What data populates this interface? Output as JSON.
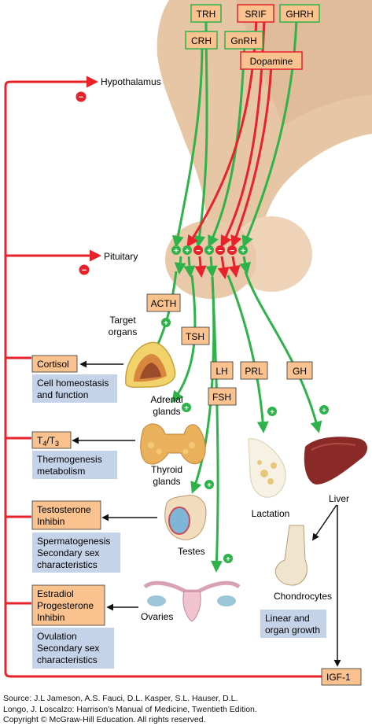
{
  "hypothalamic_hormones": {
    "trh": "TRH",
    "srif": "SRIF",
    "ghrh": "GHRH",
    "crh": "CRH",
    "gnrh": "GnRH",
    "dopamine": "Dopamine"
  },
  "feedback_targets": {
    "hypothalamus": "Hypothalamus",
    "pituitary": "Pituitary"
  },
  "pituitary_hormones": {
    "acth": "ACTH",
    "tsh": "TSH",
    "lh": "LH",
    "fsh": "FSH",
    "prl": "PRL",
    "gh": "GH"
  },
  "labels": {
    "target_organs_1": "Target",
    "target_organs_2": "organs",
    "adrenal_1": "Adrenal",
    "adrenal_2": "glands",
    "thyroid_1": "Thyroid",
    "thyroid_2": "glands",
    "testes": "Testes",
    "ovaries": "Ovaries",
    "lactation": "Lactation",
    "liver": "Liver",
    "chondrocytes": "Chondrocytes"
  },
  "outputs": {
    "cortisol": "Cortisol",
    "t4_t3": {
      "t": "T",
      "sub4": "4",
      "slash": "/T",
      "sub3": "3"
    },
    "testes": [
      "Testosterone",
      "Inhibin"
    ],
    "ovaries": [
      "Estradiol",
      "Progesterone",
      "Inhibin"
    ],
    "igf1": "IGF-1"
  },
  "effects": {
    "adrenal": [
      "Cell homeostasis",
      "and function"
    ],
    "thyroid": [
      "Thermogenesis",
      "metabolism"
    ],
    "testes": [
      "Spermatogenesis",
      "Secondary sex",
      "characteristics"
    ],
    "ovaries": [
      "Ovulation",
      "Secondary sex",
      "characteristics"
    ],
    "chondrocytes": [
      "Linear and",
      "organ growth"
    ]
  },
  "symbols": {
    "plus": "+",
    "minus": "−"
  },
  "source": [
    "Source: J.L Jameson, A.S. Fauci, D.L. Kasper, S.L. Hauser, D.L.",
    "Longo, J. Loscalzo: Harrison's Manual of Medicine, Twentieth Edition.",
    "Copyright © McGraw-Hill Education. All rights reserved."
  ],
  "colors": {
    "stimulatory": "#2eb34a",
    "inhibitory": "#e8222a",
    "feedback": "#e8222a",
    "hormone_box": "#f9c28f",
    "effect_box": "#c5d3e9",
    "brain": "#e7c6a6"
  }
}
